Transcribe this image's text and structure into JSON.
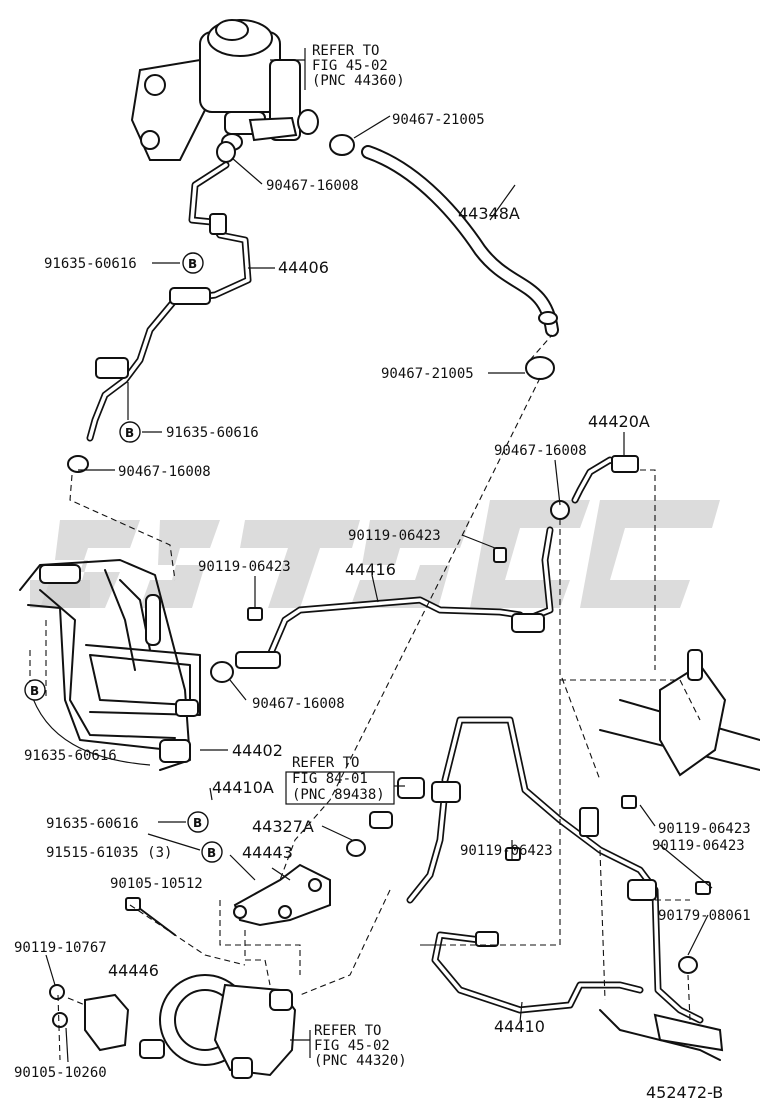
{
  "callouts": [
    {
      "id": "c-90467-21005-top",
      "text": "90467-21005"
    },
    {
      "id": "c-90467-16008-top",
      "text": "90467-16008"
    },
    {
      "id": "c-44348A",
      "text": "44348A"
    },
    {
      "id": "c-91635-60616-a",
      "text": "91635-60616"
    },
    {
      "id": "c-44406",
      "text": "44406"
    },
    {
      "id": "c-90467-21005-mid",
      "text": "90467-21005"
    },
    {
      "id": "c-91635-60616-b",
      "text": "91635-60616"
    },
    {
      "id": "c-44420A",
      "text": "44420A"
    },
    {
      "id": "c-90467-16008-left",
      "text": "90467-16008"
    },
    {
      "id": "c-90467-16008-right",
      "text": "90467-16008"
    },
    {
      "id": "c-90119-06423-a",
      "text": "90119-06423"
    },
    {
      "id": "c-90119-06423-b",
      "text": "90119-06423"
    },
    {
      "id": "c-44416",
      "text": "44416"
    },
    {
      "id": "c-90467-16008-bottom",
      "text": "90467-16008"
    },
    {
      "id": "c-91635-60616-c",
      "text": "91635-60616"
    },
    {
      "id": "c-44402",
      "text": "44402"
    },
    {
      "id": "c-44410A",
      "text": "44410A"
    },
    {
      "id": "c-91635-60616-d",
      "text": "91635-60616"
    },
    {
      "id": "c-44327A",
      "text": "44327A"
    },
    {
      "id": "c-91515-61035",
      "text": "91515-61035 (3)"
    },
    {
      "id": "c-44443",
      "text": "44443"
    },
    {
      "id": "c-90105-10512",
      "text": "90105-10512"
    },
    {
      "id": "c-90119-06423-c",
      "text": "90119-06423"
    },
    {
      "id": "c-90119-06423-d",
      "text": "90119-06423"
    },
    {
      "id": "c-90119-06423-e",
      "text": "90119-06423"
    },
    {
      "id": "c-90179-08061",
      "text": "90179-08061"
    },
    {
      "id": "c-90119-10767",
      "text": "90119-10767"
    },
    {
      "id": "c-44446",
      "text": "44446"
    },
    {
      "id": "c-90105-10260",
      "text": "90105-10260"
    },
    {
      "id": "c-44410",
      "text": "44410"
    }
  ],
  "refs": [
    {
      "line1": "REFER TO",
      "line2": "FIG 45-02",
      "line3": "(PNC 44360)"
    },
    {
      "line1": "REFER TO",
      "line2": "FIG 84-01",
      "line3": "(PNC 89438)"
    },
    {
      "line1": "REFER TO",
      "line2": "FIG 45-02",
      "line3": "(PNC 44320)"
    }
  ],
  "badge_letter": "B",
  "figure_id": "452472-B"
}
